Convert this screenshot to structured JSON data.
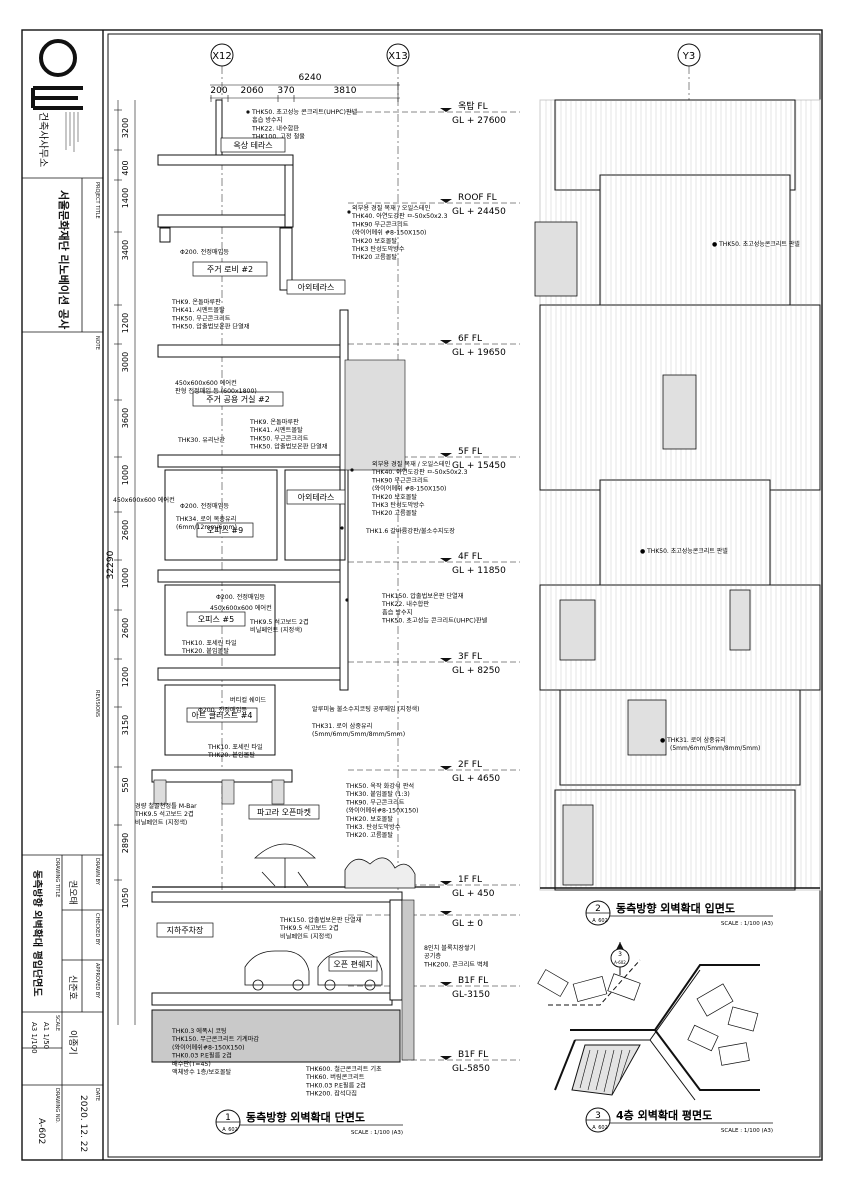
{
  "titleblock": {
    "firm": "건축사사무소",
    "project_label": "PROJECT TITLE",
    "project": "서울문화재단 리노베이션 공사",
    "note_label": "NOTE",
    "revisions_label": "REVISIONS",
    "drawing_title_label": "DRAWING TITLE",
    "drawing_title": "동측방향 외벽확대 평입단면도",
    "drawn_by_label": "DRAWN BY",
    "drawn_by": "권오태",
    "checked_by_label": "CHECKED BY",
    "checked_by": "신준호",
    "approved_by_label": "APPROVED BY",
    "approved_by": "이종기",
    "scale_label": "SCALE",
    "scale_a1": "A1  1/50",
    "scale_a3": "A3  1/100",
    "date_label": "DATE",
    "date": "2020. 12. 22",
    "drawing_no_label": "DRAWING NO.",
    "drawing_no": "A-602"
  },
  "grids": [
    "X12",
    "X13",
    "Y3"
  ],
  "dims_top": [
    "6240",
    "200",
    "2060",
    "370",
    "3810"
  ],
  "dims_left": [
    "3200",
    "400",
    "1400",
    "3400",
    "1200",
    "3000",
    "3600",
    "1000",
    "2600",
    "1000",
    "2600",
    "1200",
    "3150",
    "550",
    "2890",
    "1050"
  ],
  "total_height": "32290",
  "levels": [
    {
      "name": "옥탑 FL",
      "gl": "GL + 27600"
    },
    {
      "name": "ROOF FL",
      "gl": "GL + 24450"
    },
    {
      "name": "6F FL",
      "gl": "GL + 19650"
    },
    {
      "name": "5F FL",
      "gl": "GL + 15450"
    },
    {
      "name": "4F FL",
      "gl": "GL + 11850"
    },
    {
      "name": "3F FL",
      "gl": "GL + 8250"
    },
    {
      "name": "2F FL",
      "gl": "GL + 4650"
    },
    {
      "name": "1F FL",
      "gl": "GL + 450"
    },
    {
      "name": "",
      "gl": "GL ± 0"
    },
    {
      "name": "B1F FL",
      "gl": "GL-3150"
    },
    {
      "name": "B1F FL",
      "gl": "GL-5850"
    }
  ],
  "rooms": [
    "옥상 테라스",
    "주거 로비 #2",
    "아외테라스",
    "주거 공용 거실 #2",
    "아외테라스",
    "오피스 #9",
    "오피스 #5",
    "아트 클러스트 #4",
    "파고라 오픈마켓",
    "지하주차장",
    "오픈 편쉐지"
  ],
  "notes": [
    [
      "THK50. 초고성능 콘크리트(UHPC)판넬",
      "흡습 방수지",
      "THK22. 내수합판",
      "THK100. 고정 철물"
    ],
    [
      "외부용 경질 목재 / 오일스테인",
      "THK40. 아연도강판 ㅁ-50x50x2.3",
      "THK90 무근콘크리트",
      "(와이어메쉬 #8-150X150)",
      "THK20 보호몰탈",
      "THK3 탄성도막방수",
      "THK20 고름몰탈"
    ],
    [
      "Φ200. 전정매입등"
    ],
    [
      "THK9. 온돌마루판",
      "THK41. 시멘트몰탈",
      "THK50. 무근콘크리트",
      "THK50. 압출법보온판 단열재"
    ],
    [
      "450x600x600 에어컨",
      "판형 전정매입 등 (600x1800)"
    ],
    [
      "THK9. 온돌마루판",
      "THK41. 시멘트몰탈",
      "THK50. 무근콘크리트",
      "THK50. 압출법보온판 단열재"
    ],
    [
      "THK30. 유리난간"
    ],
    [
      "외부용 경질 목재 / 오일스테인",
      "THK40. 아연도강판 ㅁ-50x50x2.3",
      "THK90 무근콘크리트",
      "(와이어메쉬 #8-150X150)",
      "THK20 보호몰탈",
      "THK3 탄성도막방수",
      "THK20 고름몰탈"
    ],
    [
      "450x600x600 에어컨"
    ],
    [
      "Φ200. 전정매입등"
    ],
    [
      "THK34. 로이 복층유리",
      "(6mm/12mm/6mm)"
    ],
    [
      "THK1.6 갈바륨강판/불소수지도장"
    ],
    [
      "Φ200. 전정매입등"
    ],
    [
      "450x600x600 에어컨"
    ],
    [
      "THK150. 압출법보온판 단열재",
      "THK22. 내수합판",
      "흡습 방수지",
      "THK50. 초고성능 콘크리트(UHPC)판넬"
    ],
    [
      "THK9.5 석고보드 2겹",
      "비닐페인트 (지정색)"
    ],
    [
      "THK10. 포세린 타일",
      "THK20. 붙임몰탈"
    ],
    [
      "버티컬 쉐이드"
    ],
    [
      "Φ200. 전정매입등"
    ],
    [
      "알루미늄 불소수지코팅 공루메임 (지정색)"
    ],
    [
      "THK31. 로이 삼중유리",
      "(5mm/6mm/5mm/8mm/5mm)"
    ],
    [
      "THK10. 포세린 타일",
      "THK20. 붙임몰탈"
    ],
    [
      "THK50. 옥작 화강석 판석",
      "THK30. 붙임몰탈 (1:3)",
      "THK90. 무근콘크리트",
      "(와이어메쉬#8-150X150)",
      "THK20. 보호몰탈",
      "THK3. 탄성도막방수",
      "THK20. 고름몰탈"
    ],
    [
      "경량 철골천정틀 M-Bar",
      "THK9.5 석고보드 2겹",
      "비닐페인트 (지정색)"
    ],
    [
      "THK150. 압출법보온판 단열재",
      "THK9.5 석고보드 2겹",
      "비닐페인트 (지정색)"
    ],
    [
      "8인치 블록치장쌓기",
      "공기층",
      "THK200. 콘크리트 벽체"
    ],
    [
      "THK0.3 에폭시 코팅",
      "THK150. 무근콘크리트 기계마감",
      "(와이어메쉬#8-150X150)",
      "THK0.03 P.E필름 2겹",
      "배수판(T=45)",
      "액체방수 1층/보호몰탈"
    ],
    [
      "THK600. 철근콘크리트 기초",
      "THK60. 버림콘크리트",
      "THK0.03 P.E필름 2겹",
      "THK200. 잡석다짐"
    ]
  ],
  "elev_notes": [
    "THK50. 초고성능콘크리트 판넬",
    "THK50. 초고성능콘크리트 판넬",
    "THK31. 로이 삼중유리",
    "(5mm/6mm/5mm/8mm/5mm)"
  ],
  "captions": [
    {
      "num": "1",
      "sheet": "A",
      "ref": "602",
      "title": "동측방향 외벽확대 단면도",
      "scale": "SCALE : 1/100 (A3)"
    },
    {
      "num": "2",
      "sheet": "A",
      "ref": "602",
      "title": "동측방향 외벽확대 입면도",
      "scale": "SCALE : 1/100 (A3)"
    },
    {
      "num": "3",
      "sheet": "A",
      "ref": "602",
      "title": "4층 외벽확대 평면도",
      "scale": "SCALE : 1/100 (A3)"
    }
  ],
  "north_ref": [
    "3",
    "A-602"
  ]
}
